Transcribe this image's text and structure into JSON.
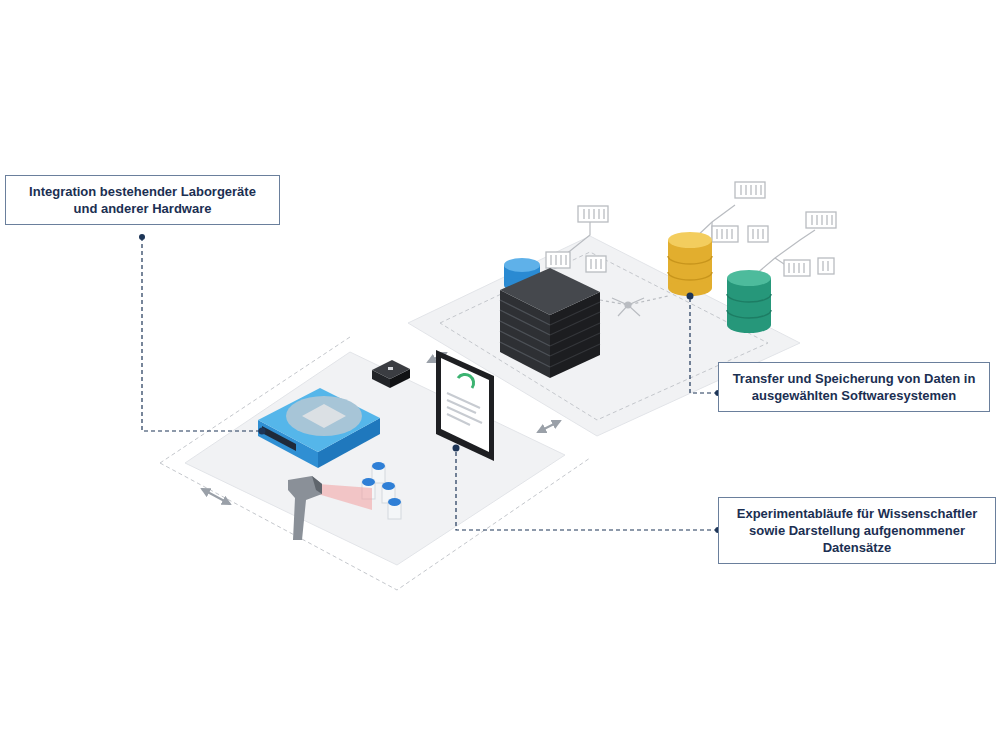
{
  "diagram": {
    "nodes": [
      {
        "text": [
          "Integration bestehender Laborgeräte und anderer Hardware"
        ]
      },
      {
        "text": [
          "Transfer und Speicherung von Daten in ausgewählten Softwaresystemen"
        ]
      },
      {
        "text": [
          "Experimentabläufe für Wissenschaftler sowie Darstellung aufgenommener Datensätze"
        ]
      }
    ]
  }
}
